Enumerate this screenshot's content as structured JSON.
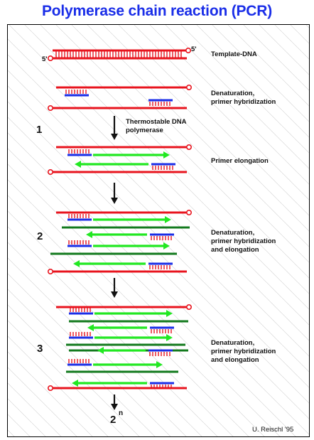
{
  "title": "Polymerase chain reaction (PCR)",
  "five_prime": "5'",
  "steps": [
    "1",
    "2",
    "3"
  ],
  "labels": {
    "template": "Template-DNA",
    "denat1_line1": "Denaturation,",
    "denat1_line2": "primer hybridization",
    "polymerase_line1": "Thermostable DNA",
    "polymerase_line2": "polymerase",
    "elongation": "Primer elongation",
    "denat2_line1": "Denaturation,",
    "denat2_line2": "primer hybridization",
    "denat2_line3": "and elongation",
    "denat3_line1": "Denaturation,",
    "denat3_line2": "primer hybridization",
    "denat3_line3": "and elongation"
  },
  "result_base": "2",
  "result_exp": "n",
  "credit": "U. Reischl '95",
  "colors": {
    "title": "#1a2ee8",
    "template_strand": "#e8141e",
    "new_strand": "#137a1e",
    "primer": "#1a2ee8",
    "elongation_arrow": "#22e822"
  }
}
